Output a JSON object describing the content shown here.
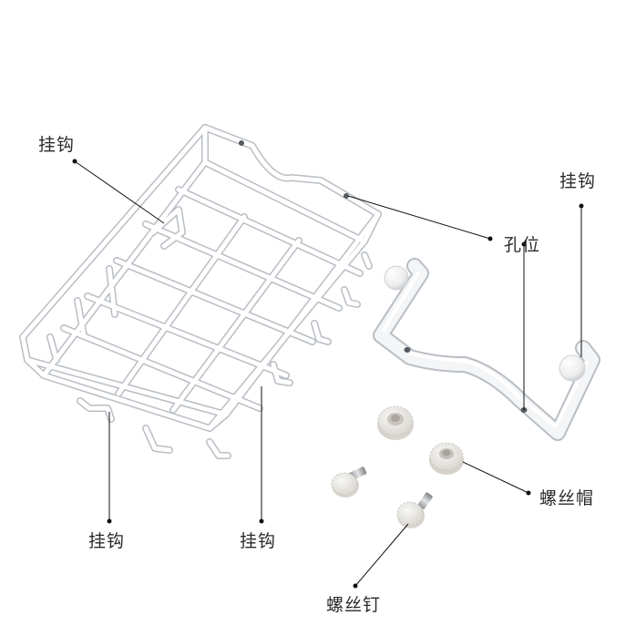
{
  "labels": {
    "hook_top_left": "挂钩",
    "hole_position": "孔位",
    "hook_right": "挂钩",
    "hook_bottom_1": "挂钩",
    "hook_bottom_2": "挂钩",
    "screw_cap": "螺丝帽",
    "screw": "螺丝钉"
  },
  "colors": {
    "background": "#ffffff",
    "wire": "#ffffff",
    "wire_edge": "#b9bec4",
    "leader_line": "#111111",
    "label_text": "#2a2a2a"
  }
}
